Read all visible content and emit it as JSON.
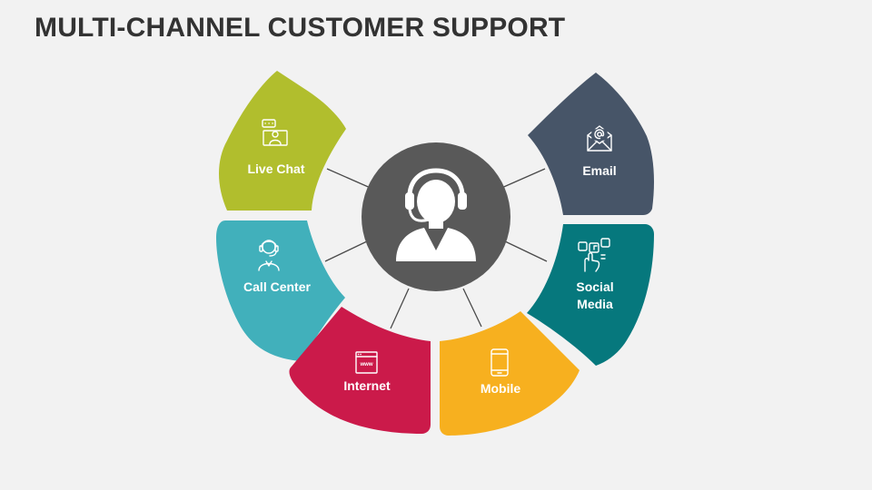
{
  "title": "MULTI-CHANNEL CUSTOMER SUPPORT",
  "center": {
    "icon": "customer-support-agent-icon",
    "color": "#595959"
  },
  "segments": [
    {
      "label": "Live Chat",
      "icon": "live-chat-icon",
      "color": "#b1be2d"
    },
    {
      "label": "Call Center",
      "icon": "call-center-icon",
      "color": "#41b0bb"
    },
    {
      "label": "Internet",
      "icon": "internet-icon",
      "color": "#cb1a4a"
    },
    {
      "label": "Mobile",
      "icon": "mobile-icon",
      "color": "#f7b01f"
    },
    {
      "label_line1": "Social",
      "label_line2": "Media",
      "icon": "social-media-icon",
      "color": "#06787d"
    },
    {
      "label": "Email",
      "icon": "email-icon",
      "color": "#475568"
    }
  ]
}
